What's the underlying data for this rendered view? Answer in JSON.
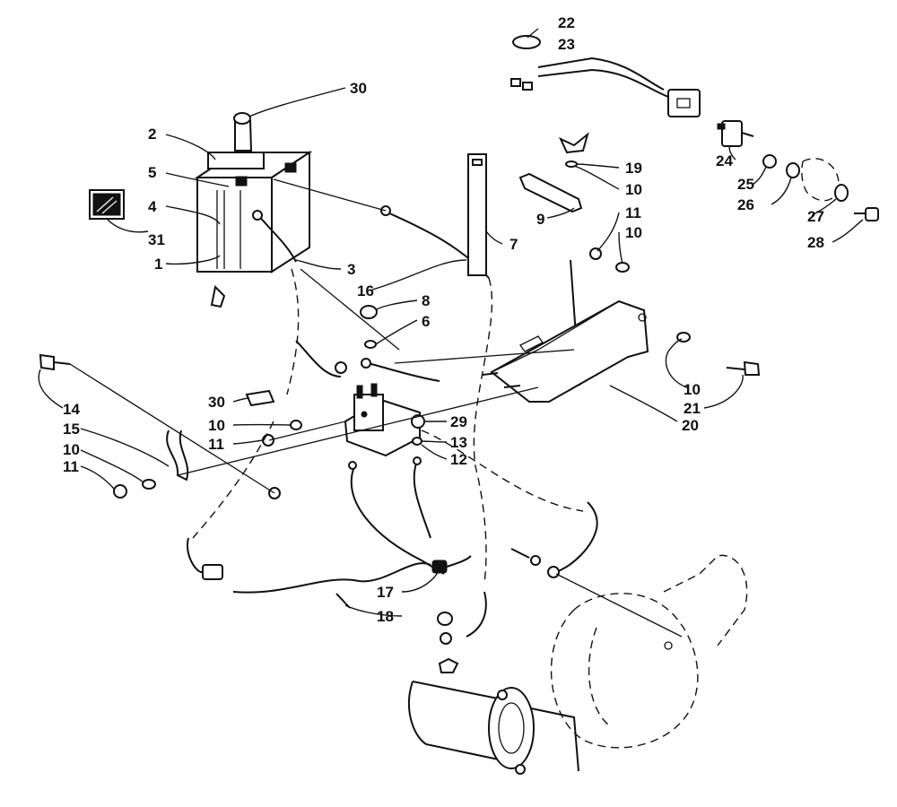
{
  "diagram": {
    "callouts": [
      "1",
      "2",
      "3",
      "4",
      "5",
      "6",
      "7",
      "8",
      "9",
      "10",
      "11",
      "12",
      "13",
      "14",
      "15",
      "16",
      "17",
      "18",
      "19",
      "20",
      "21",
      "22",
      "23",
      "24",
      "25",
      "26",
      "27",
      "28",
      "29",
      "30",
      "31"
    ],
    "labels": {
      "l22": "22",
      "l23": "23",
      "l30a": "30",
      "l2": "2",
      "l5": "5",
      "l4": "4",
      "l31": "31",
      "l1": "1",
      "l3": "3",
      "l16": "16",
      "l8": "8",
      "l6": "6",
      "l19": "19",
      "l10a": "10",
      "l9": "9",
      "l11a": "11",
      "l10b": "10",
      "l7": "7",
      "l24": "24",
      "l25": "25",
      "l26": "26",
      "l27": "27",
      "l28": "28",
      "l14": "14",
      "l15": "15",
      "l10c": "10",
      "l11b": "11",
      "l30b": "30",
      "l10d": "10",
      "l11c": "11",
      "l29": "29",
      "l13": "13",
      "l12": "12",
      "l10e": "10",
      "l21": "21",
      "l20": "20",
      "l17": "17",
      "l18": "18"
    }
  }
}
